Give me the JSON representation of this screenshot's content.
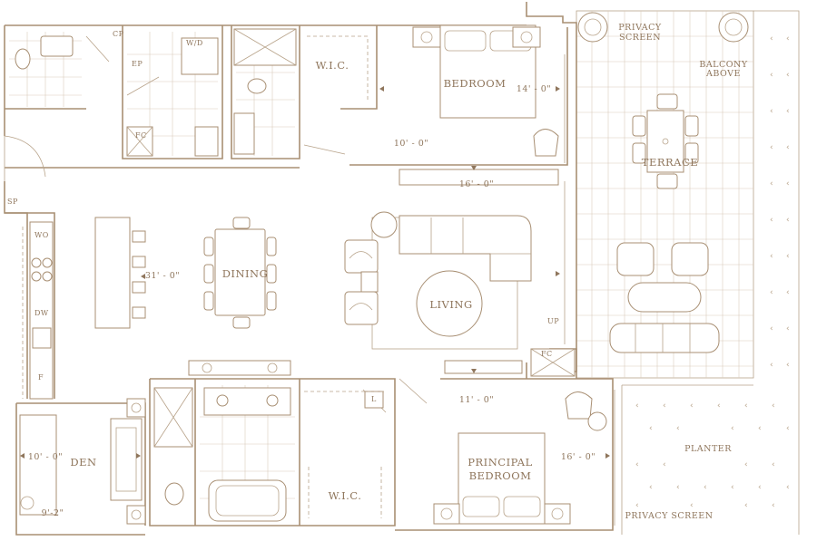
{
  "rooms": {
    "bedroom": "BEDROOM",
    "wic_top": "W.I.C.",
    "terrace": "TERRACE",
    "dining": "DINING",
    "living": "LIVING",
    "den": "DEN",
    "principal_line1": "PRINCIPAL",
    "principal_line2": "BEDROOM",
    "wic_bottom": "W.I.C.",
    "planter": "PLANTER"
  },
  "notes": {
    "privacy_screen_top_1": "PRIVACY",
    "privacy_screen_top_2": "SCREEN",
    "balcony_above_1": "BALCONY",
    "balcony_above_2": "ABOVE",
    "privacy_screen_bottom": "PRIVACY SCREEN",
    "up": "UP"
  },
  "dimensions": {
    "bedroom_depth": "14' - 0\"",
    "bedroom_width": "10' - 0\"",
    "living_width": "16' - 0\"",
    "dining_length": "31' - 0\"",
    "principal_width": "11' - 0\"",
    "principal_depth": "16' - 0\"",
    "den_width": "10' - 0\"",
    "den_depth": "9'-2\""
  },
  "tags": {
    "cp": "CP",
    "ep": "EP",
    "wd": "W/D",
    "fc_top": "FC",
    "sp": "SP",
    "wo": "WO",
    "dw": "DW",
    "f": "F",
    "fc_mid": "FC",
    "l": "L"
  },
  "colors": {
    "line": "#a88f73",
    "text": "#8f765c",
    "grid": "#d9ccbc"
  }
}
